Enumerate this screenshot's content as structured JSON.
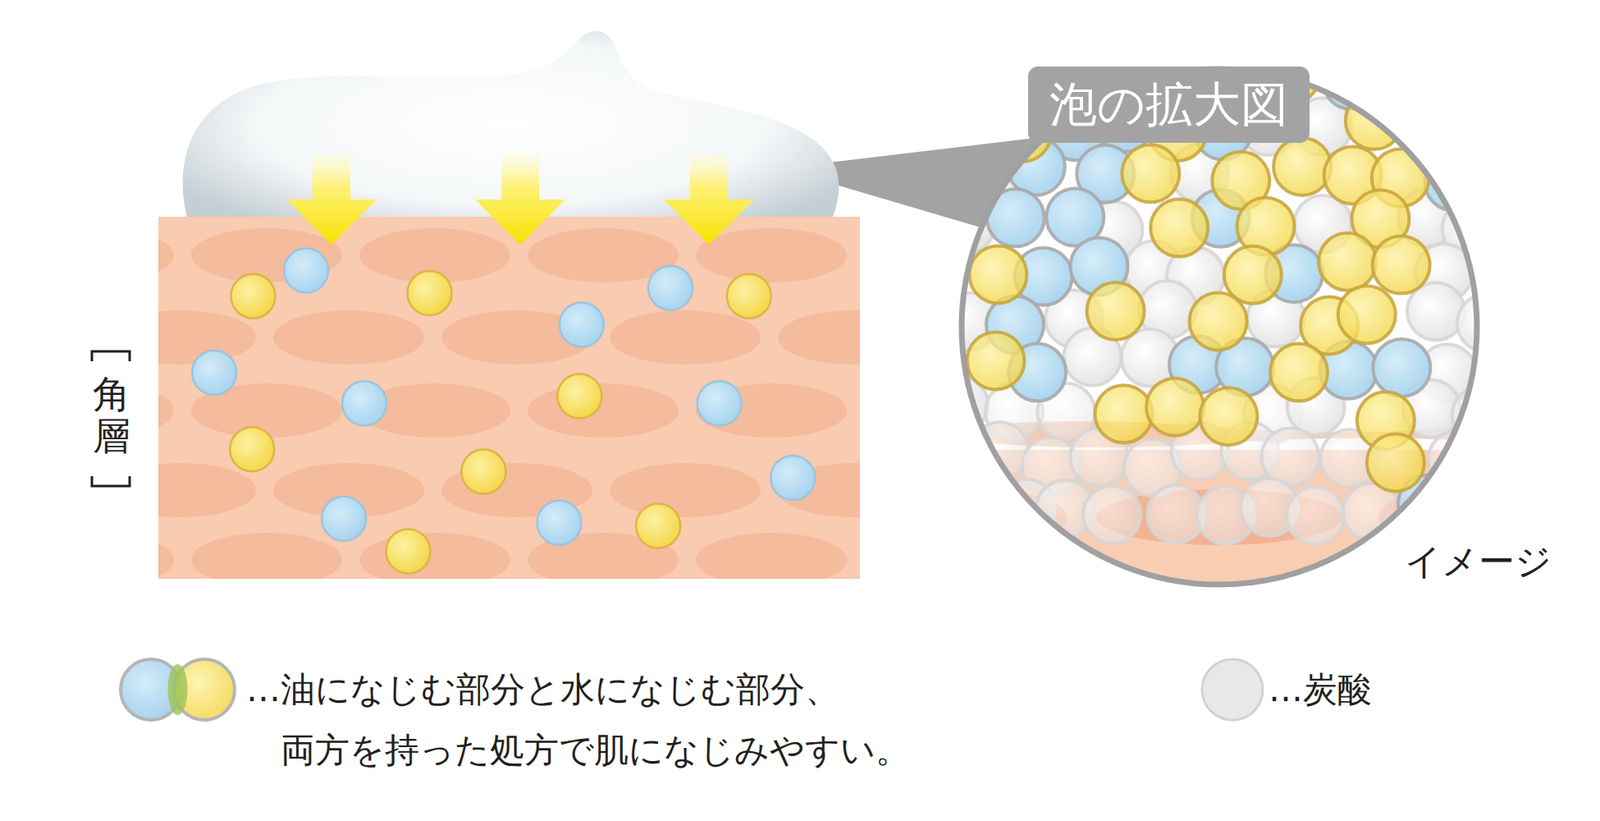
{
  "diagram": {
    "nodes": [
      {
        "text": [
          "泡の拡大図"
        ]
      }
    ],
    "labels": [
      "角層",
      "イメージ"
    ],
    "legend": [
      {
        "text": "…油になじむ部分と水になじむ部分、 両方を持った処方で肌になじみやすい。"
      },
      {
        "text": "…炭酸",
        "color": "#e8e8e8"
      }
    ]
  }
}
